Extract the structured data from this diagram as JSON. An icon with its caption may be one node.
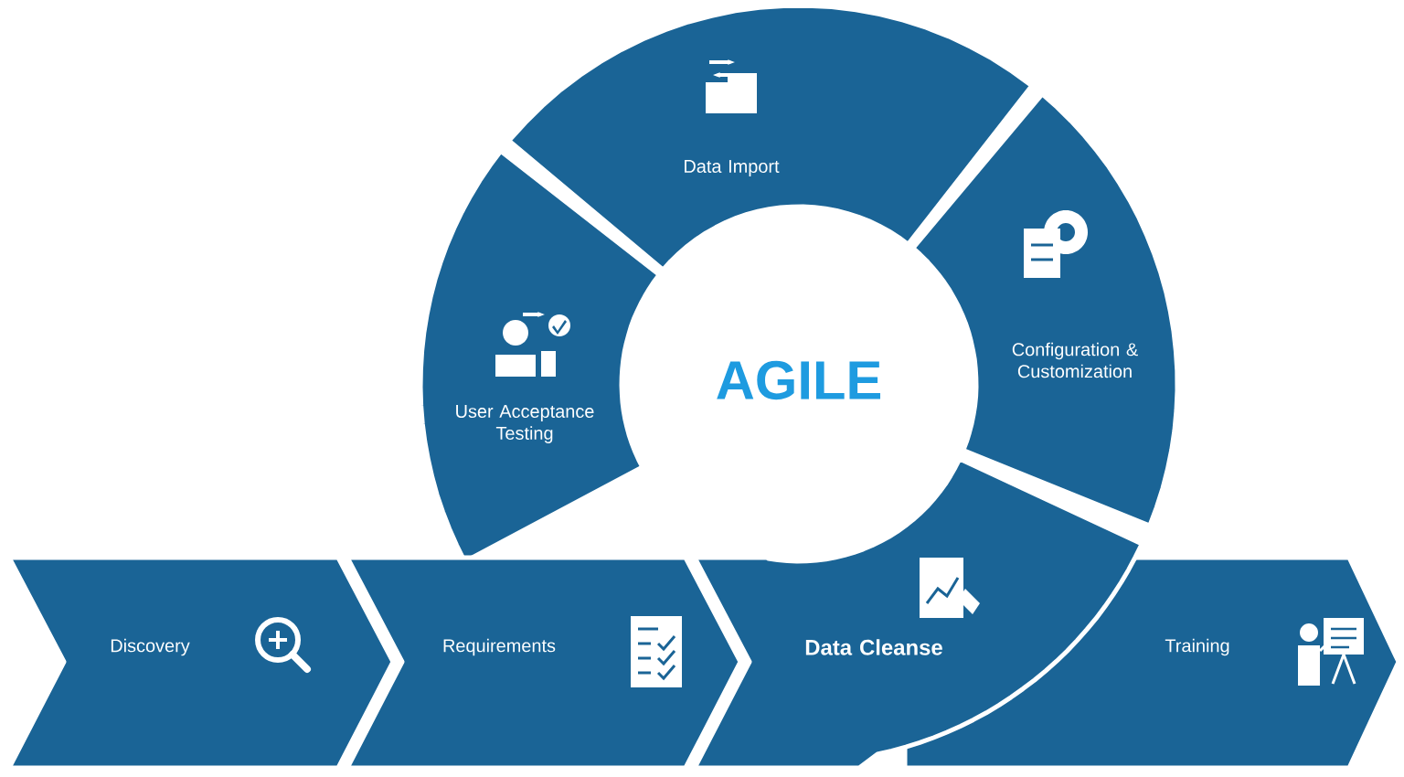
{
  "diagram": {
    "nodes": [
      {
        "text": [
          "Data Import"
        ]
      },
      {
        "text": [
          "User Acceptance Testing"
        ]
      },
      {
        "text": [
          "AGILE"
        ]
      },
      {
        "text": [
          "Configuration & Customization"
        ]
      },
      {
        "text": [
          "Discovery"
        ]
      },
      {
        "text": [
          "Requirements"
        ]
      },
      {
        "text": [
          "Data Cleanse"
        ]
      },
      {
        "text": [
          "Training"
        ]
      }
    ]
  }
}
